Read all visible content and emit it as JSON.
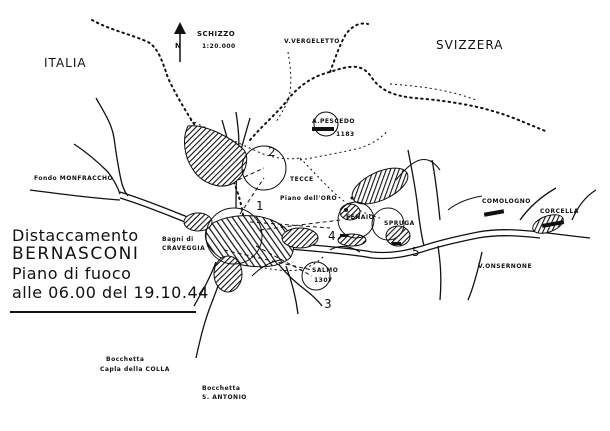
{
  "sketch_header": {
    "label": "SCHIZZO",
    "scale": "1:20.000",
    "north_letter": "N"
  },
  "countries": {
    "italy": "ITALIA",
    "switzerland": "SVIZZERA"
  },
  "title_block": {
    "line1": "Distaccamento",
    "line2": "BERNASCONI",
    "line3": "Piano di fuoco",
    "line4": "alle 06.00 del 19.10.44"
  },
  "places": {
    "vergeletto": "V.VERGELETTO",
    "pescedo": "A.PESCEDO",
    "pescedo_elev": "1183",
    "tecce": "TECCE",
    "piano_oro": "Piano dell'ORO",
    "fenaio": "FENAIO",
    "spruga": "SPRUGA",
    "comologno": "COMOLOGNO",
    "corcella": "CORCELLA",
    "onsernone": "V.ONSERNONE",
    "fondo_monfracchio": "Fondo MONFRACCHO",
    "bagni_line1": "Bagni di",
    "bagni_line2": "CRAVEGGIA",
    "salmo": "SALMO",
    "salmo_elev": "1307",
    "bocchetta_colla_line1": "Bocchetta",
    "bocchetta_colla_line2": "Capla della COLLA",
    "bocchetta_antonio_line1": "Bocchetta",
    "bocchetta_antonio_line2": "S. ANTONIO"
  },
  "positions": [
    "1",
    "2",
    "3",
    "4",
    "5"
  ],
  "colors": {
    "ink": "#111111",
    "paper": "#ffffff"
  }
}
